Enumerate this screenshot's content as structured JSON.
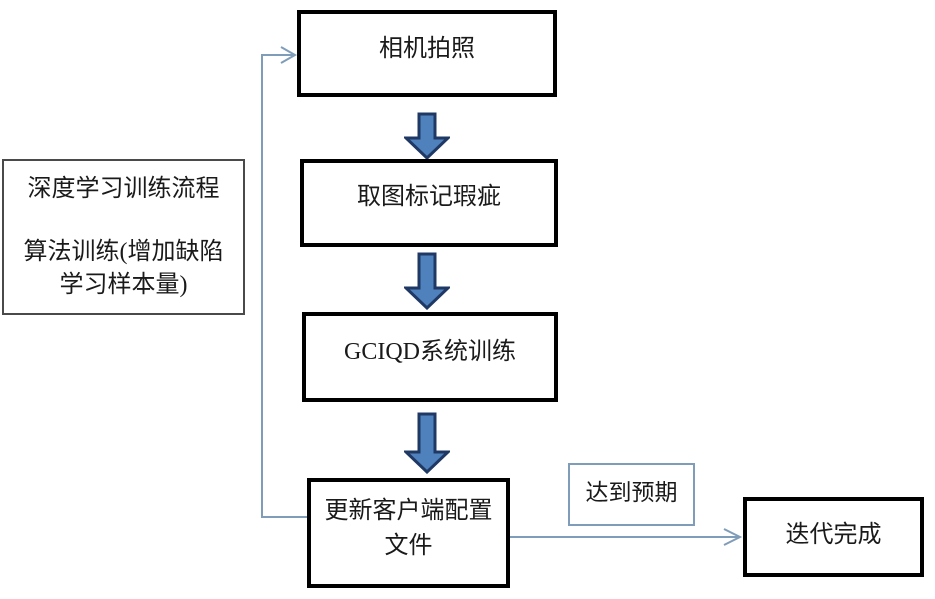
{
  "diagram": {
    "type": "flowchart",
    "nodes": {
      "camera": {
        "label": "相机拍照"
      },
      "mark": {
        "label": "取图标记瑕疵"
      },
      "train": {
        "label": "GCIQD系统训练"
      },
      "update": {
        "lines": [
          "更新客户端配置",
          "文件"
        ]
      },
      "done": {
        "label": "迭代完成"
      },
      "expected": {
        "label": "达到预期"
      },
      "side_note": {
        "lines": [
          "深度学习训练流程",
          "算法训练(增加缺陷",
          "学习样本量)"
        ]
      }
    },
    "edges": [
      {
        "from": "camera",
        "to": "mark",
        "style": "block-arrow-down"
      },
      {
        "from": "mark",
        "to": "train",
        "style": "block-arrow-down"
      },
      {
        "from": "train",
        "to": "update",
        "style": "block-arrow-down"
      },
      {
        "from": "update",
        "to": "done",
        "style": "thin-arrow-right",
        "label": "达到预期"
      },
      {
        "from": "update",
        "to": "camera",
        "style": "thin-arrow-feedback-left-up"
      }
    ],
    "colors": {
      "block_arrow_fill": "#4f81bd",
      "block_arrow_border": "#1f3864",
      "connector_line": "#7f9db9",
      "main_box_border": "#000000",
      "note_box_border": "#4a4a4a",
      "expected_box_border": "#7f9db9",
      "background": "#ffffff",
      "text": "#1a1a1a"
    }
  }
}
